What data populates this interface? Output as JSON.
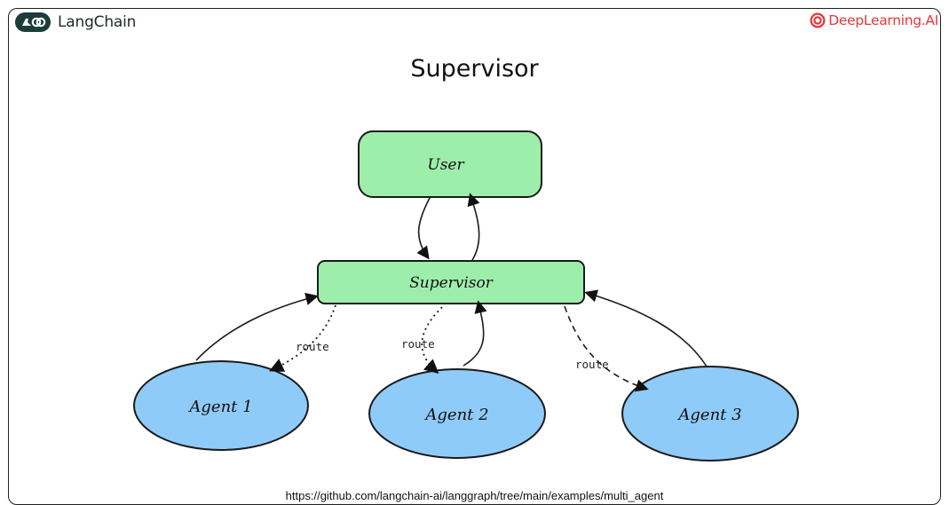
{
  "header": {
    "left_logo": {
      "name": "LangChain",
      "icon": "langchain-parrot-link-icon",
      "badge_color": "#1c3c3c"
    },
    "right_logo": {
      "name": "DeepLearning.AI",
      "icon": "deeplearning-ai-icon",
      "color": "#e5383b"
    }
  },
  "page": {
    "title": "Supervisor"
  },
  "diagram": {
    "nodes": {
      "user": {
        "label": "User",
        "color": "#9eeeab"
      },
      "supervisor": {
        "label": "Supervisor",
        "color": "#9eeeab"
      },
      "agent1": {
        "label": "Agent 1",
        "color": "#8fcbf8"
      },
      "agent2": {
        "label": "Agent 2",
        "color": "#8fcbf8"
      },
      "agent3": {
        "label": "Agent 3",
        "color": "#8fcbf8"
      }
    },
    "edge_labels": {
      "route1": "route",
      "route2": "route",
      "route3": "route"
    }
  },
  "footer": {
    "source_url": "https://github.com/langchain-ai/langgraph/tree/main/examples/multi_agent"
  }
}
